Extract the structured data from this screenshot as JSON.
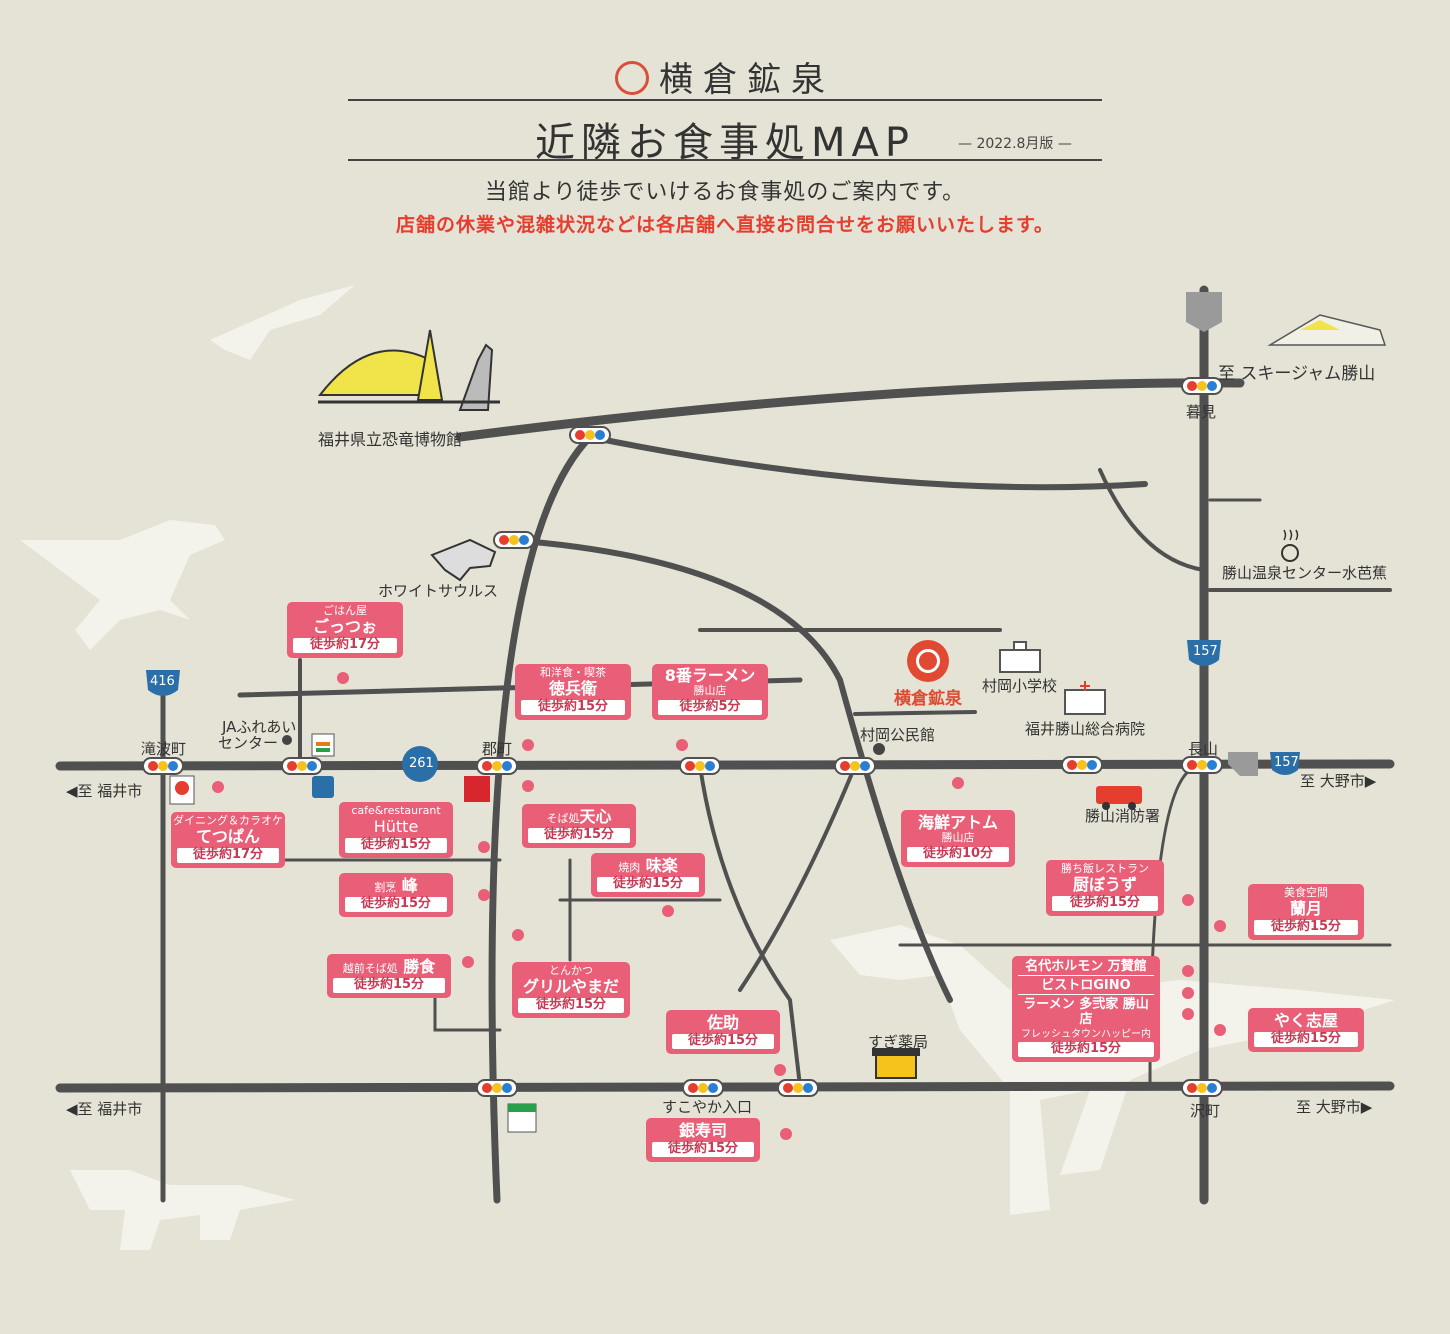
{
  "header": {
    "brand": "横倉鉱泉",
    "title": "近隣お食事処MAP",
    "edition": "— 2022.8月版 —",
    "intro": "当館より徒歩でいけるお食事処のご案内です。",
    "notice": "店舗の休業や混雑状況などは各店舗へ直接お問合せをお願いいたします。"
  },
  "colors": {
    "background": "#e4e3d5",
    "road": "#505050",
    "card": "#e95f78",
    "accent": "#e04a33",
    "notice": "#e53d2e"
  },
  "map": {
    "hotel": "横倉鉱泉",
    "landmarks": [
      "福井県立恐竜博物館",
      "ホワイトサウルス",
      "JAふれあい",
      "センター",
      "村岡公民館",
      "村岡小学校",
      "福井勝山総合病院",
      "勝山温泉センター水芭蕉",
      "勝山消防署",
      "すぎ薬局"
    ],
    "places": [
      "滝波町",
      "郡町",
      "長山",
      "暮見",
      "沢町",
      "すこやか入口"
    ],
    "directions": [
      "至 スキージャム勝山",
      "◀至 福井市",
      "至 大野市▶",
      "◀至 福井市",
      "至 大野市▶"
    ],
    "routes": [
      "416",
      "261",
      "157",
      "157"
    ],
    "icons": [
      "dinosaur-museum-icon",
      "hot-spring-icon",
      "school-icon",
      "hospital-icon",
      "fire-station-icon",
      "drugstore-icon",
      "seven-eleven-icon",
      "family-mart-icon",
      "eneos-icon",
      "traffic-signal-icon"
    ],
    "restaurants": [
      {
        "sub": "ごはん屋",
        "name": "ごっつぉ",
        "walk": "徒歩約17分"
      },
      {
        "sub": "和洋食・喫茶",
        "name": "徳兵衛",
        "walk": "徒歩約15分"
      },
      {
        "sub": "勝山店",
        "name": "8番ラーメン",
        "walk": "徒歩約5分"
      },
      {
        "sub": "ダイニング＆カラオケ",
        "name": "てつぱん",
        "walk": "徒歩約17分"
      },
      {
        "sub": "cafe&restaurant",
        "name": "Hütte",
        "walk": "徒歩約15分"
      },
      {
        "sub": "そば処",
        "name": "天心",
        "walk": "徒歩約15分"
      },
      {
        "sub": "焼肉",
        "name": "味楽",
        "walk": "徒歩約15分"
      },
      {
        "sub": "割烹",
        "name": "峰",
        "walk": "徒歩約15分"
      },
      {
        "sub": "越前そば処",
        "name": "勝食",
        "walk": "徒歩約15分"
      },
      {
        "sub": "とんかつ",
        "name": "グリルやまだ",
        "walk": "徒歩約15分"
      },
      {
        "sub": "",
        "name": "佐助",
        "walk": "徒歩約15分"
      },
      {
        "sub": "",
        "name": "銀寿司",
        "walk": "徒歩約15分"
      },
      {
        "sub": "勝山店",
        "name": "海鮮アトム",
        "walk": "徒歩約10分"
      },
      {
        "sub": "勝ち飯レストラン",
        "name": "厨ぼうず",
        "walk": "徒歩約15分"
      },
      {
        "sub": "美食空間",
        "name": "蘭月",
        "walk": "徒歩約15分"
      },
      {
        "sub": "",
        "name": "やく志屋",
        "walk": "徒歩約15分"
      }
    ],
    "group": {
      "items": [
        "名代ホルモン 万賛館",
        "ビストロGINO",
        "ラーメン 多弐家 勝山店",
        "フレッシュタウンハッピー内"
      ],
      "walk": "徒歩約15分"
    }
  }
}
